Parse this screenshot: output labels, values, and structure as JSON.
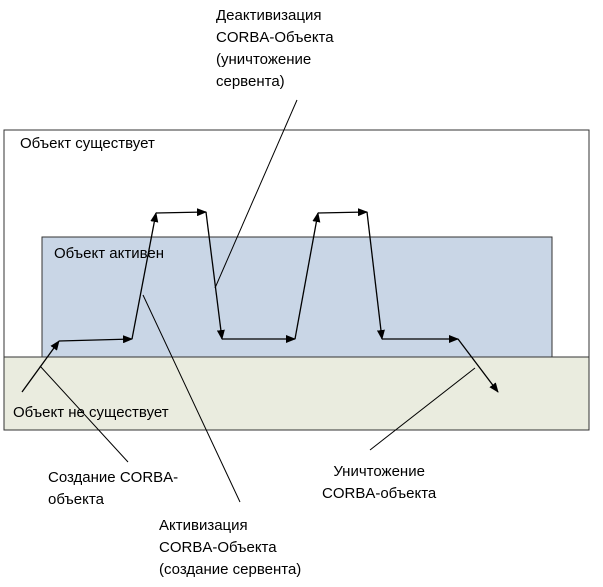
{
  "regions": {
    "exists": "Объект существует",
    "active": "Объект активен",
    "not_exists": "Объект не существует"
  },
  "callouts": {
    "deactivation": [
      "Деактивизация",
      "CORBA-Объекта",
      "(уничтожение",
      "сервента)"
    ],
    "creation": [
      "Создание CORBA-",
      "объекта"
    ],
    "activation": [
      "Активизация",
      "CORBA-Объекта",
      "(создание сервента)"
    ],
    "destruction": [
      "Уничтожение",
      "CORBA-объекта"
    ]
  },
  "colors": {
    "active_fill": "#c9d6e6",
    "not_exists_fill": "#eaecdf",
    "border": "#333333",
    "line": "#000000"
  }
}
